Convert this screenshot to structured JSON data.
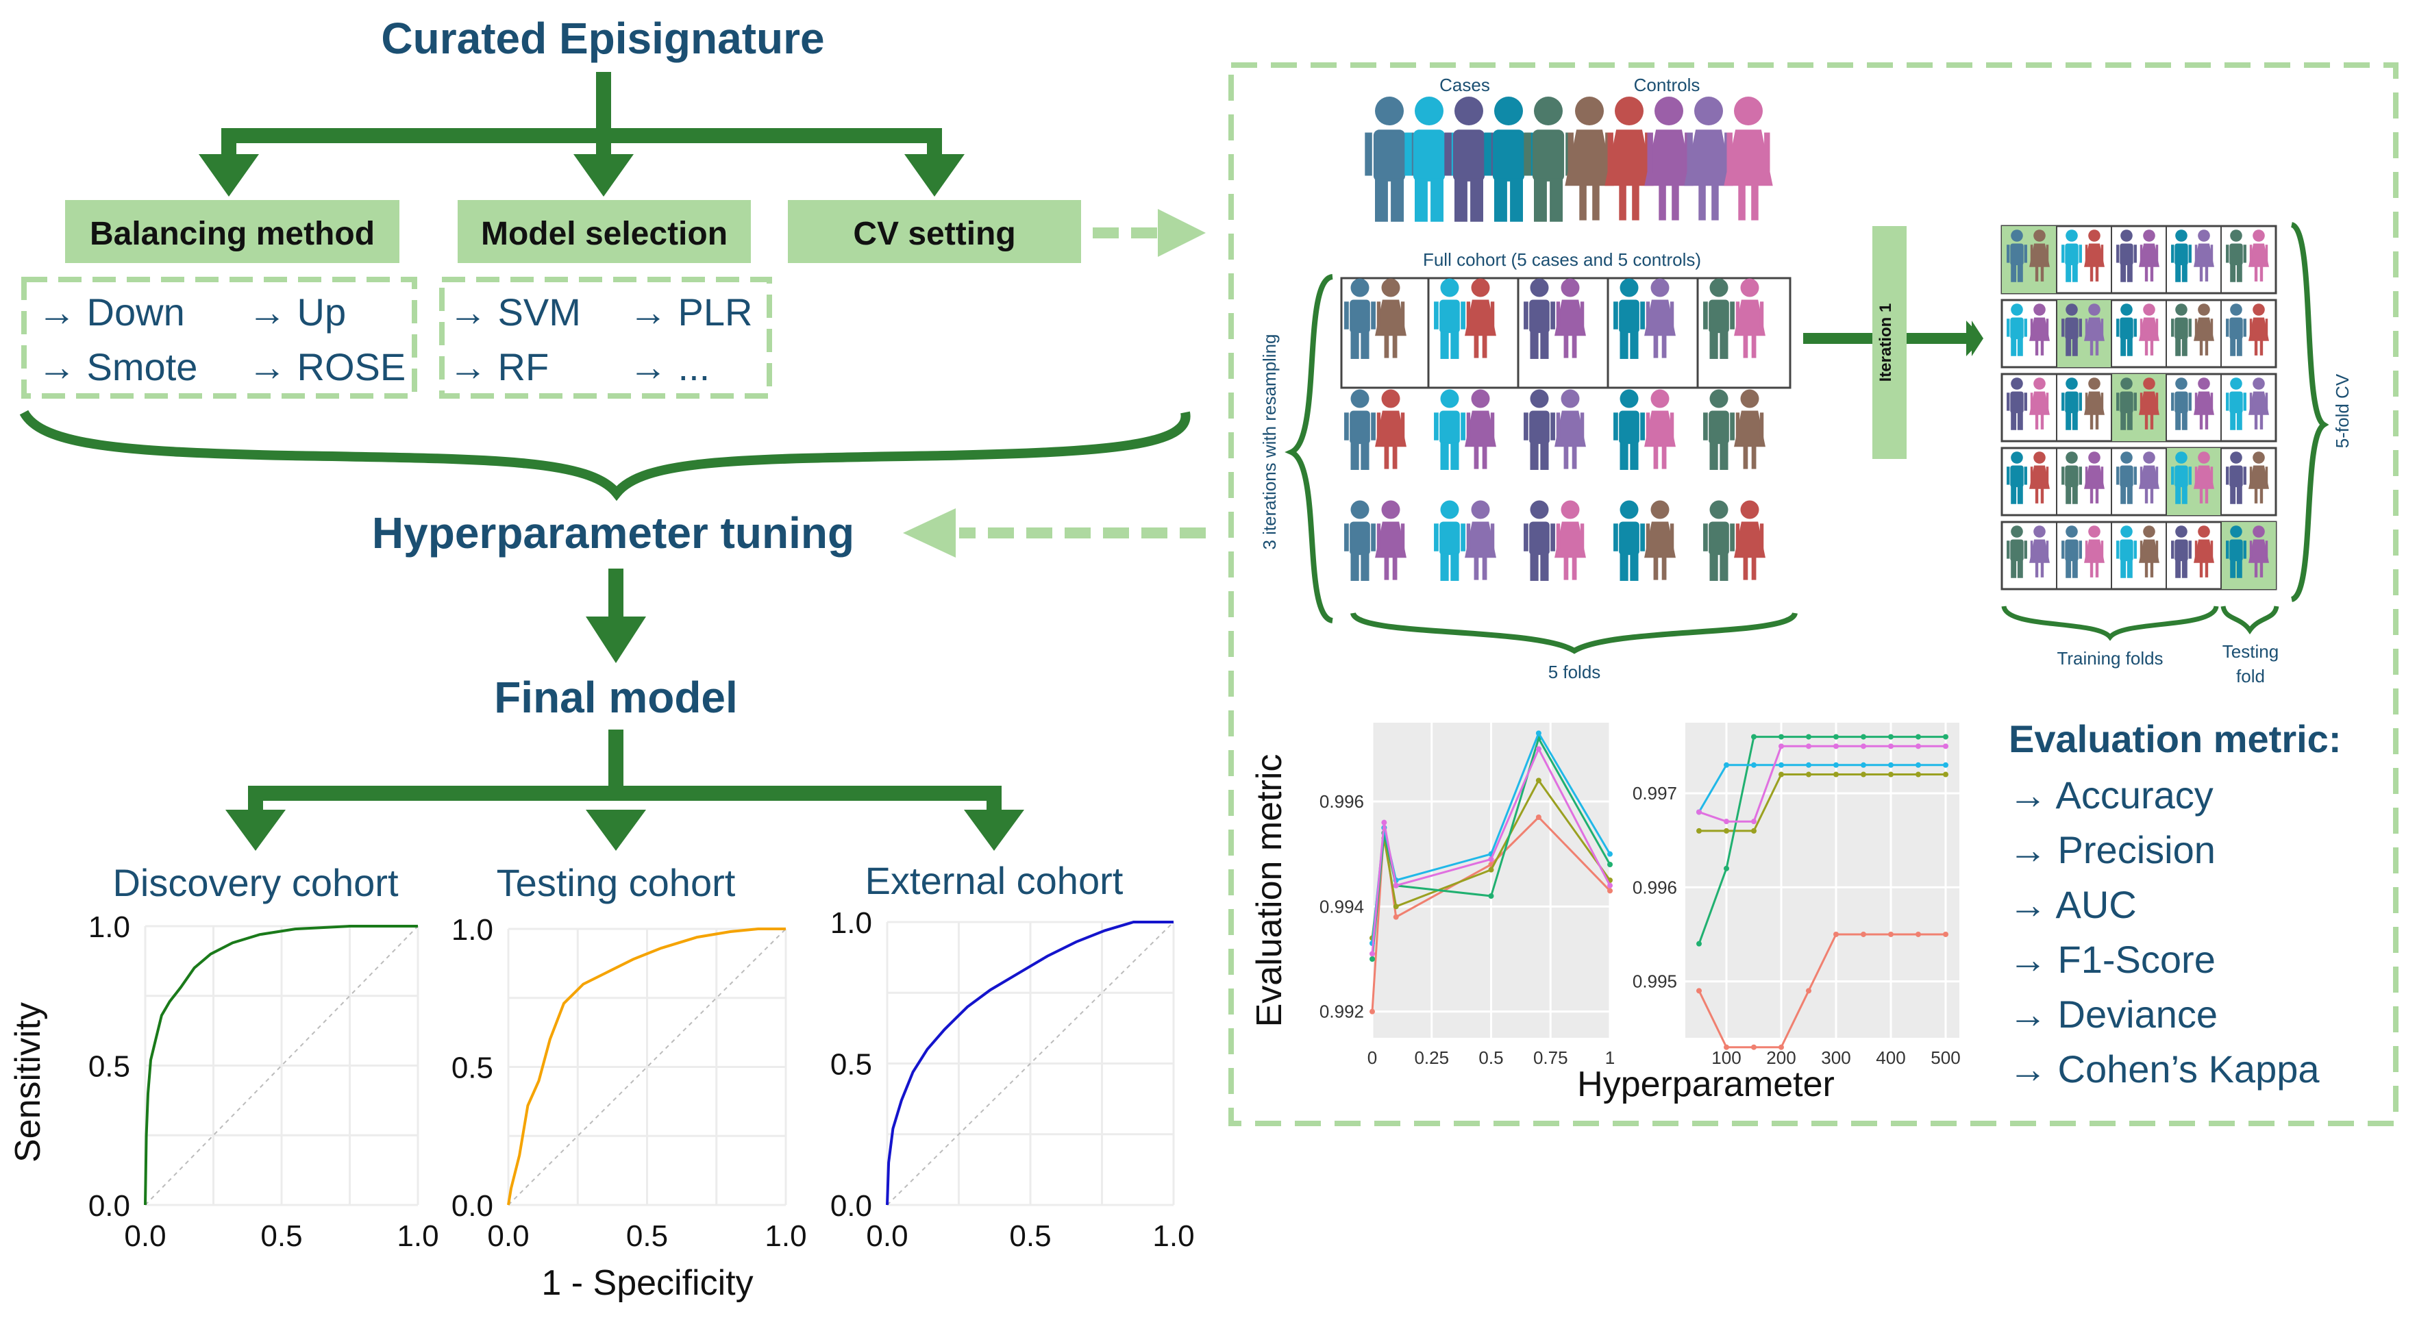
{
  "title": "Curated Episignature",
  "boxes": {
    "balancing": "Balancing method",
    "model": "Model selection",
    "cv": "CV setting"
  },
  "balancing_options": [
    "→ Down",
    "→ Up",
    "→ Smote",
    "→ ROSE"
  ],
  "model_options": [
    "→ SVM",
    "→ PLR",
    "→ RF",
    "→ ..."
  ],
  "hyper": "Hyperparameter tuning",
  "final": "Final model",
  "roc": {
    "cohorts": [
      "Discovery cohort",
      "Testing cohort",
      "External cohort"
    ],
    "ylabel": "Sensitivity",
    "xlabel": "1 - Specificity",
    "yticks": [
      "0.0",
      "0.5",
      "1.0"
    ],
    "xticks": [
      "0.0",
      "0.5",
      "1.0"
    ],
    "colors": [
      "#1a7a1a",
      "#f5a300",
      "#1414cc"
    ]
  },
  "cv_panel": {
    "cases": "Cases",
    "controls": "Controls",
    "full_cohort": "Full cohort (5 cases and 5 controls)",
    "iterations": "3 iterations with resampling",
    "iteration_box": "Iteration 1",
    "five_fold": "5-fold CV",
    "folds": "5 folds",
    "training": "Training folds",
    "testing_l1": "Testing",
    "testing_l2": "fold"
  },
  "colors": {
    "green_dark": "#2e7d32",
    "green_light": "#aed9a0",
    "title_blue": "#1b4f72",
    "case_colors": [
      "#4a7c9b",
      "#1fb3d6",
      "#5c5a8f",
      "#0f8aa8",
      "#4d7a6a"
    ],
    "control_colors": [
      "#8c6b5a",
      "#c0504d",
      "#9b5fa8",
      "#8a6fb0",
      "#d16faa"
    ]
  },
  "metrics": {
    "title": "Evaluation metric:",
    "items": [
      "→ Accuracy",
      "→ Precision",
      "→ AUC",
      "→ F1-Score",
      "→ Deviance",
      "→ Cohen’s Kappa"
    ]
  },
  "chart_data": [
    {
      "type": "line",
      "ylabel": "Evaluation metric",
      "xlabel": "Hyperparameter",
      "xlim": [
        0,
        1
      ],
      "ylim": [
        0.9915,
        0.9975
      ],
      "xticks": [
        "0",
        "0.25",
        "0.5",
        "0.75",
        "1"
      ],
      "yticks": [
        "0.992",
        "0.994",
        "0.996"
      ],
      "x": [
        0,
        0.05,
        0.1,
        0.5,
        0.7,
        1
      ],
      "series": [
        {
          "color": "#f08070",
          "values": [
            0.992,
            0.9955,
            0.9938,
            0.9948,
            0.9957,
            0.9943
          ]
        },
        {
          "color": "#9aa020",
          "values": [
            0.9934,
            0.9953,
            0.994,
            0.9947,
            0.9964,
            0.9945
          ]
        },
        {
          "color": "#20b070",
          "values": [
            0.993,
            0.9954,
            0.9944,
            0.9942,
            0.9972,
            0.9948
          ]
        },
        {
          "color": "#20b8e8",
          "values": [
            0.9933,
            0.9955,
            0.9945,
            0.995,
            0.9973,
            0.995
          ]
        },
        {
          "color": "#e070e0",
          "values": [
            0.9931,
            0.9956,
            0.9944,
            0.9949,
            0.997,
            0.9944
          ]
        }
      ]
    },
    {
      "type": "line",
      "xlim": [
        25,
        525
      ],
      "ylim": [
        0.9944,
        0.99775
      ],
      "xticks": [
        "100",
        "200",
        "300",
        "400",
        "500"
      ],
      "yticks": [
        "0.995",
        "0.996",
        "0.997"
      ],
      "x": [
        50,
        100,
        150,
        200,
        250,
        300,
        350,
        400,
        450,
        500
      ],
      "series": [
        {
          "color": "#f08070",
          "values": [
            0.9949,
            0.9943,
            0.9943,
            0.9943,
            0.9949,
            0.9955,
            0.9955,
            0.9955,
            0.9955,
            0.9955
          ]
        },
        {
          "color": "#9aa020",
          "values": [
            0.9966,
            0.9966,
            0.9966,
            0.9972,
            0.9972,
            0.9972,
            0.9972,
            0.9972,
            0.9972,
            0.9972
          ]
        },
        {
          "color": "#20b070",
          "values": [
            0.9954,
            0.9962,
            0.9976,
            0.9976,
            0.9976,
            0.9976,
            0.9976,
            0.9976,
            0.9976,
            0.9976
          ]
        },
        {
          "color": "#20b8e8",
          "values": [
            0.9968,
            0.9973,
            0.9973,
            0.9973,
            0.9973,
            0.9973,
            0.9973,
            0.9973,
            0.9973,
            0.9973
          ]
        },
        {
          "color": "#e070e0",
          "values": [
            0.9968,
            0.9967,
            0.9967,
            0.9975,
            0.9975,
            0.9975,
            0.9975,
            0.9975,
            0.9975,
            0.9975
          ]
        }
      ]
    }
  ]
}
